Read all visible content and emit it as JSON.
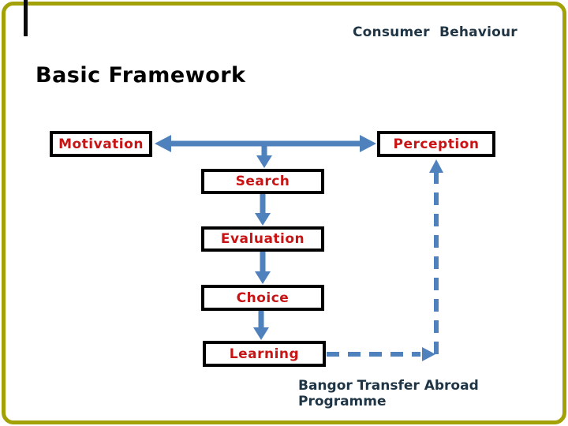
{
  "slide": {
    "header": "Consumer  Behaviour",
    "title": "Basic Framework",
    "footer": "Bangor Transfer Abroad Programme"
  },
  "diagram": {
    "nodes": [
      {
        "id": "motivation",
        "label": "Motivation"
      },
      {
        "id": "perception",
        "label": "Perception"
      },
      {
        "id": "search",
        "label": "Search"
      },
      {
        "id": "evaluation",
        "label": "Evaluation"
      },
      {
        "id": "choice",
        "label": "Choice"
      },
      {
        "id": "learning",
        "label": "Learning"
      }
    ],
    "edges": [
      {
        "from": "motivation",
        "to": "perception",
        "style": "solid",
        "bidirectional": true
      },
      {
        "from": "motivation-perception-line",
        "to": "search",
        "style": "solid"
      },
      {
        "from": "search",
        "to": "evaluation",
        "style": "solid"
      },
      {
        "from": "evaluation",
        "to": "choice",
        "style": "solid"
      },
      {
        "from": "choice",
        "to": "learning",
        "style": "solid"
      },
      {
        "from": "learning",
        "to": "perception",
        "style": "dashed",
        "note": "feedback loop, right side then up"
      }
    ]
  },
  "colors": {
    "arrow_blue": "#4f81bd",
    "node_text_red": "#c81414",
    "node_border_black": "#000000",
    "title_black": "#000000",
    "header_footer_navy": "#1f3545",
    "frame_yellow": "#a2a208",
    "background": "#ffffff"
  }
}
